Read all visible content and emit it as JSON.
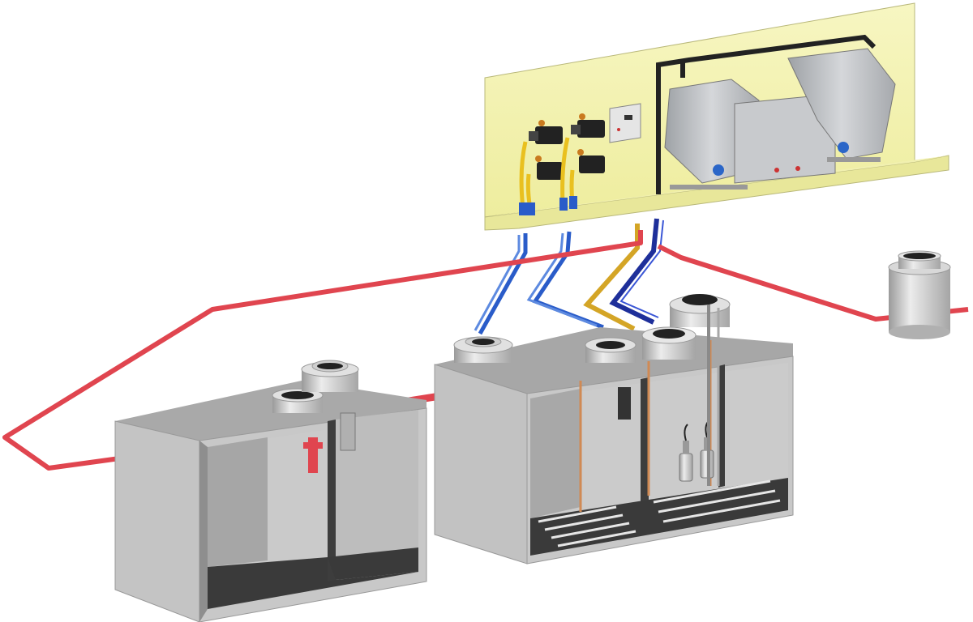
{
  "diagram": {
    "components": [
      "wall-mounted-equipment-panel",
      "dosing-pump",
      "control-box",
      "treatment-hoppers",
      "primary-settling-tank",
      "aeration-treatment-tank",
      "submersible-pump",
      "air-diffuser-grid",
      "inspection-chamber",
      "inlet-pipe",
      "outlet-pipe"
    ],
    "colors": {
      "panel": "#f4f3b4",
      "panel_edge": "#d9d892",
      "concrete": "#c8c8c8",
      "concrete_dark": "#8e8e8e",
      "tank_inner": "#b4b4b4",
      "tank_floor": "#3a3a3a",
      "pipe_red": "#e0454f",
      "pipe_blue": "#2a5cc9",
      "pipe_navy": "#1e2f9a",
      "pipe_yellow": "#d4a526",
      "steel": "#b9bcc0",
      "copper": "#d08a54"
    },
    "control_box_has_display": true
  }
}
